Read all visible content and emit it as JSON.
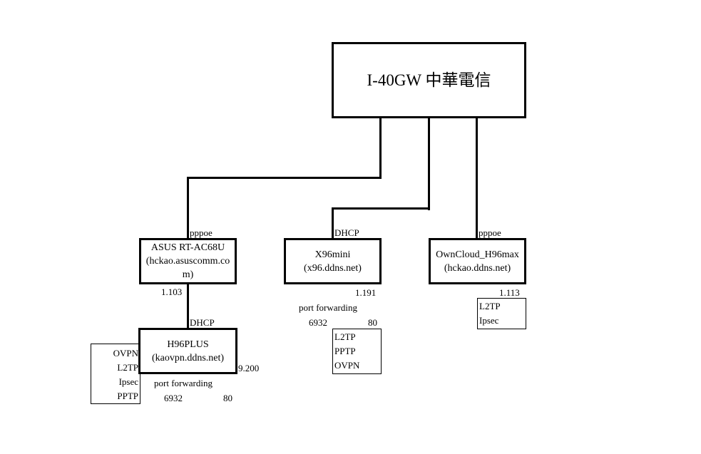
{
  "gateway": {
    "title": "I-40GW 中華電信"
  },
  "nodes": {
    "asus": {
      "name": "ASUS RT-AC68U",
      "host_line1": "(hckao.asuscomm.co",
      "host_line2": "m)",
      "link_type": "pppoe",
      "ip": "1.103"
    },
    "x96": {
      "name": "X96mini",
      "host": "(x96.ddns.net)",
      "link_type": "DHCP",
      "ip": "1.191",
      "port_forwarding_label": "port forwarding",
      "port_from": "6932",
      "port_to": "80",
      "protocols": [
        "L2TP",
        "PPTP",
        "OVPN"
      ]
    },
    "owncloud": {
      "name": "OwnCloud_H96max",
      "host": "(hckao.ddns.net)",
      "link_type": "pppoe",
      "ip": "1.113",
      "protocols": [
        "L2TP",
        "Ipsec"
      ]
    },
    "h96plus": {
      "name": "H96PLUS",
      "host": "(kaovpn.ddns.net)",
      "link_type": "DHCP",
      "ip": "9.200",
      "port_forwarding_label": "port forwarding",
      "port_from": "6932",
      "port_to": "80",
      "protocols": [
        "OVPN",
        "L2TP",
        "Ipsec",
        "PPTP"
      ]
    }
  }
}
